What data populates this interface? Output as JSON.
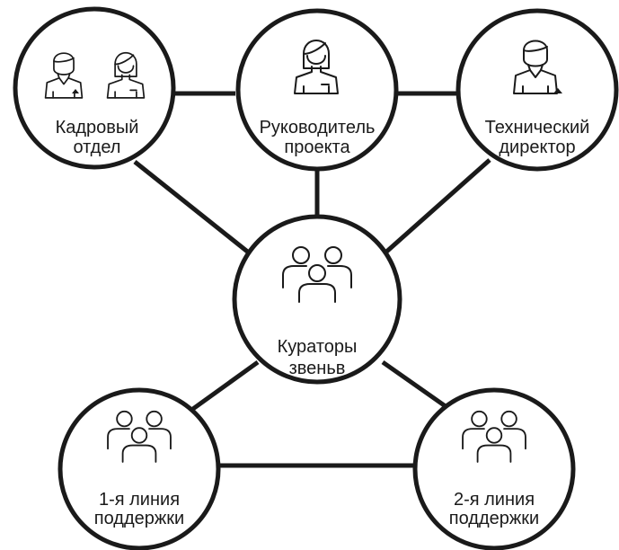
{
  "nodes": {
    "hr": {
      "line1": "Кадровый",
      "line2": "отдел"
    },
    "pm": {
      "line1": "Руководитель",
      "line2": "проекта"
    },
    "cto": {
      "line1": "Технический",
      "line2": "директор"
    },
    "curators": {
      "line1": "Кураторы",
      "line2": "звеньв"
    },
    "support1": {
      "line1": "1-я линия",
      "line2": "поддержки"
    },
    "support2": {
      "line1": "2-я линия",
      "line2": "поддержки"
    }
  },
  "icons": {
    "hr": "two-people-man-woman-icon",
    "pm": "woman-person-icon",
    "cto": "man-tie-person-icon",
    "curators": "group-three-people-icon",
    "support1": "group-three-people-icon",
    "support2": "group-three-people-icon"
  },
  "colors": {
    "stroke": "#1a1a1a",
    "background": "#ffffff"
  }
}
